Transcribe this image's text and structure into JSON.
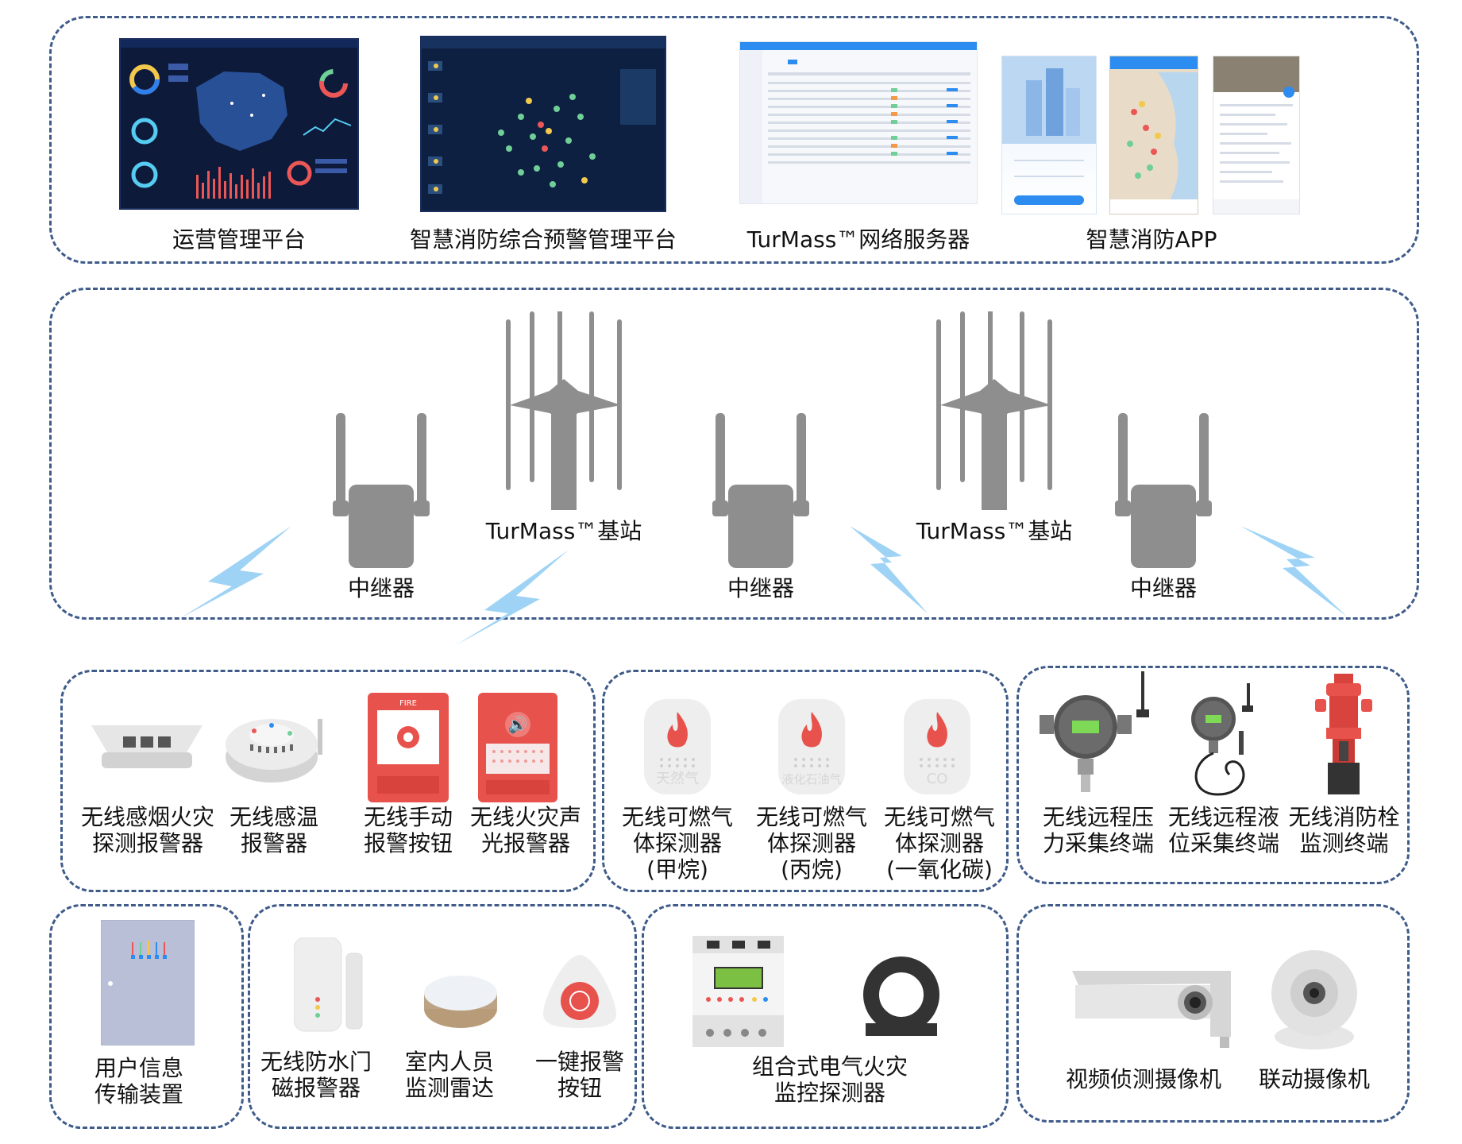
{
  "platforms": [
    {
      "label": "运营管理平台"
    },
    {
      "label": "智慧消防综合预警管理平台"
    },
    {
      "label": "TurMass™网络服务器"
    },
    {
      "label": "智慧消防APP"
    }
  ],
  "network": {
    "base_station_label": "TurMass™基站",
    "repeater_label": "中继器"
  },
  "devices": {
    "smoke": "无线感烟火灾\n探测报警器",
    "temp": "无线感温\n报警器",
    "manual": "无线手动\n报警按钮",
    "sound_light": "无线火灾声\n光报警器",
    "gas_methane": "无线可燃气\n体探测器\n(甲烷)",
    "gas_propane": "无线可燃气\n体探测器\n(丙烷)",
    "gas_co": "无线可燃气\n体探测器\n(一氧化碳)",
    "pressure": "无线远程压\n力采集终端",
    "level": "无线远程液\n位采集终端",
    "hydrant": "无线消防栓\n监测终端",
    "user_info": "用户信息\n传输装置",
    "door": "无线防水门\n磁报警器",
    "radar": "室内人员\n监测雷达",
    "sos": "一键报警\n按钮",
    "electric": "组合式电气火灾\n监控探测器",
    "video_cam": "视频侦测摄像机",
    "link_cam": "联动摄像机"
  },
  "device_print": {
    "methane": "天然气",
    "propane": "液化石油气",
    "co": "CO",
    "manual_sign": "FIRE"
  },
  "colors": {
    "border": "#3f5b8a",
    "device_gray": "#8e8e8e",
    "alarm_red": "#e8524d",
    "lightning": "#9fd3f5"
  }
}
